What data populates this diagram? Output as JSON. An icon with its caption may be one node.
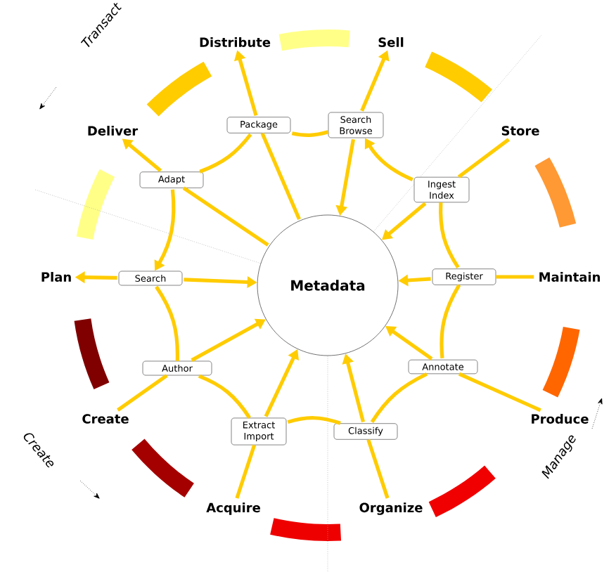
{
  "diagram": {
    "nodes": [
      {
        "text": [
          "Distribute"
        ]
      },
      {
        "text": [
          "Sell"
        ]
      },
      {
        "text": [
          "Package"
        ]
      },
      {
        "text": [
          "Search Browse"
        ]
      },
      {
        "text": [
          "Deliver"
        ]
      },
      {
        "text": [
          "Store"
        ]
      },
      {
        "text": [
          "Adapt"
        ]
      },
      {
        "text": [
          "Ingest Index"
        ]
      },
      {
        "text": [
          "Plan"
        ]
      },
      {
        "text": [
          "Search"
        ]
      },
      {
        "text": [
          "Metadata"
        ]
      },
      {
        "text": [
          "Register"
        ]
      },
      {
        "text": [
          "Maintain"
        ]
      },
      {
        "text": [
          "Author"
        ]
      },
      {
        "text": [
          "Annotate"
        ]
      },
      {
        "text": [
          "Create"
        ]
      },
      {
        "text": [
          "Produce"
        ]
      },
      {
        "text": [
          "Extract Import"
        ]
      },
      {
        "text": [
          "Classify"
        ]
      },
      {
        "text": [
          "Acquire"
        ]
      },
      {
        "text": [
          "Organize"
        ]
      }
    ],
    "edges": [
      {
        "from": 2,
        "to": 0,
        "arrow": "to"
      },
      {
        "from": 10,
        "to": 2,
        "arrow": "none"
      },
      {
        "from": 3,
        "to": 1,
        "arrow": "to"
      },
      {
        "from": 3,
        "to": 10,
        "arrow": "to"
      },
      {
        "from": 6,
        "to": 4,
        "arrow": "to"
      },
      {
        "from": 10,
        "to": 6,
        "arrow": "none"
      },
      {
        "from": 5,
        "to": 7,
        "arrow": "none"
      },
      {
        "from": 7,
        "to": 10,
        "arrow": "to"
      },
      {
        "from": 9,
        "to": 8,
        "arrow": "to"
      },
      {
        "from": 9,
        "to": 10,
        "arrow": "to"
      },
      {
        "from": 12,
        "to": 11,
        "arrow": "none"
      },
      {
        "from": 11,
        "to": 10,
        "arrow": "to"
      },
      {
        "from": 15,
        "to": 13,
        "arrow": "none"
      },
      {
        "from": 13,
        "to": 10,
        "arrow": "to"
      },
      {
        "from": 16,
        "to": 14,
        "arrow": "none"
      },
      {
        "from": 14,
        "to": 10,
        "arrow": "to"
      },
      {
        "from": 19,
        "to": 17,
        "arrow": "none"
      },
      {
        "from": 17,
        "to": 10,
        "arrow": "to"
      },
      {
        "from": 20,
        "to": 18,
        "arrow": "none"
      },
      {
        "from": 18,
        "to": 10,
        "arrow": "to"
      },
      {
        "from": 2,
        "to": 3,
        "arrow": "none"
      },
      {
        "from": 7,
        "to": 3,
        "arrow": "to"
      },
      {
        "from": 11,
        "to": 7,
        "arrow": "none"
      },
      {
        "from": 14,
        "to": 11,
        "arrow": "none"
      },
      {
        "from": 18,
        "to": 14,
        "arrow": "none"
      },
      {
        "from": 17,
        "to": 18,
        "arrow": "none"
      },
      {
        "from": 13,
        "to": 17,
        "arrow": "none"
      },
      {
        "from": 9,
        "to": 13,
        "arrow": "none"
      },
      {
        "from": 6,
        "to": 9,
        "arrow": "to"
      },
      {
        "from": 2,
        "to": 6,
        "arrow": "none"
      }
    ],
    "labels": [
      "Transact",
      "Create",
      "Manage"
    ]
  }
}
